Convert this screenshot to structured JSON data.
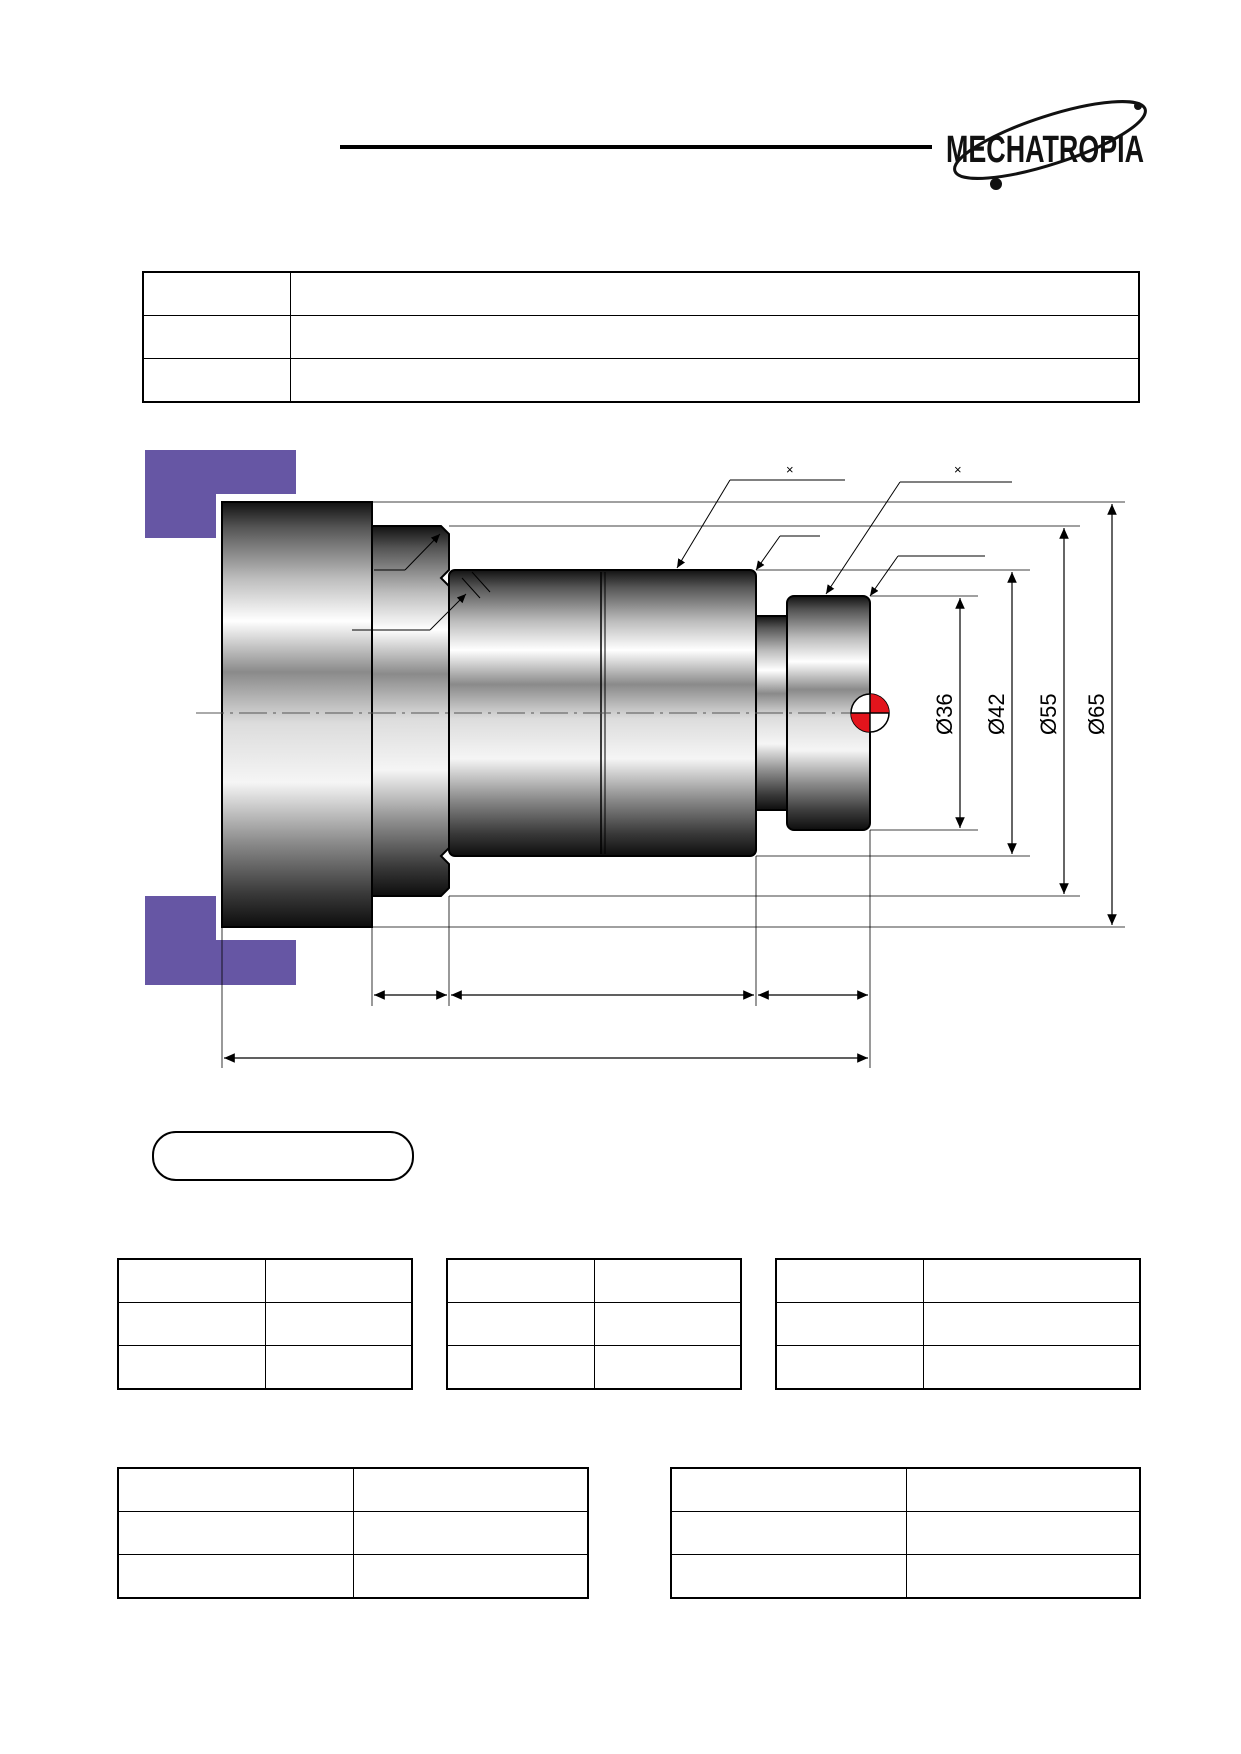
{
  "header": {
    "logo_text": "MECHATROPIA",
    "colors": {
      "logo": "#111111",
      "logo_dot": "#111111"
    }
  },
  "info_table": {
    "rows": [
      {
        "label": "",
        "value": ""
      },
      {
        "label": "",
        "value": ""
      },
      {
        "label": "",
        "value": ""
      }
    ]
  },
  "drawing": {
    "diameter_labels": [
      "Ø36",
      "Ø42",
      "Ø55",
      "Ø65"
    ],
    "leader_marks": [
      "×",
      "×"
    ],
    "colors": {
      "chuck_jaw": "#6656a4",
      "origin_marker": "#e3141c",
      "outline": "#000000"
    },
    "icons": [
      "chuck-jaw-top",
      "chuck-jaw-bottom",
      "workpiece-origin-marker"
    ]
  },
  "section_label": {
    "text": ""
  },
  "tool_tables": [
    {
      "rows": [
        [
          "",
          ""
        ],
        [
          "",
          ""
        ],
        [
          "",
          ""
        ]
      ]
    },
    {
      "rows": [
        [
          "",
          ""
        ],
        [
          "",
          ""
        ],
        [
          "",
          ""
        ]
      ]
    },
    {
      "rows": [
        [
          "",
          ""
        ],
        [
          "",
          ""
        ],
        [
          "",
          ""
        ]
      ]
    }
  ],
  "bottom_tables": [
    {
      "rows": [
        [
          "",
          ""
        ],
        [
          "",
          ""
        ],
        [
          "",
          ""
        ]
      ]
    },
    {
      "rows": [
        [
          "",
          ""
        ],
        [
          "",
          ""
        ],
        [
          "",
          ""
        ]
      ]
    }
  ]
}
